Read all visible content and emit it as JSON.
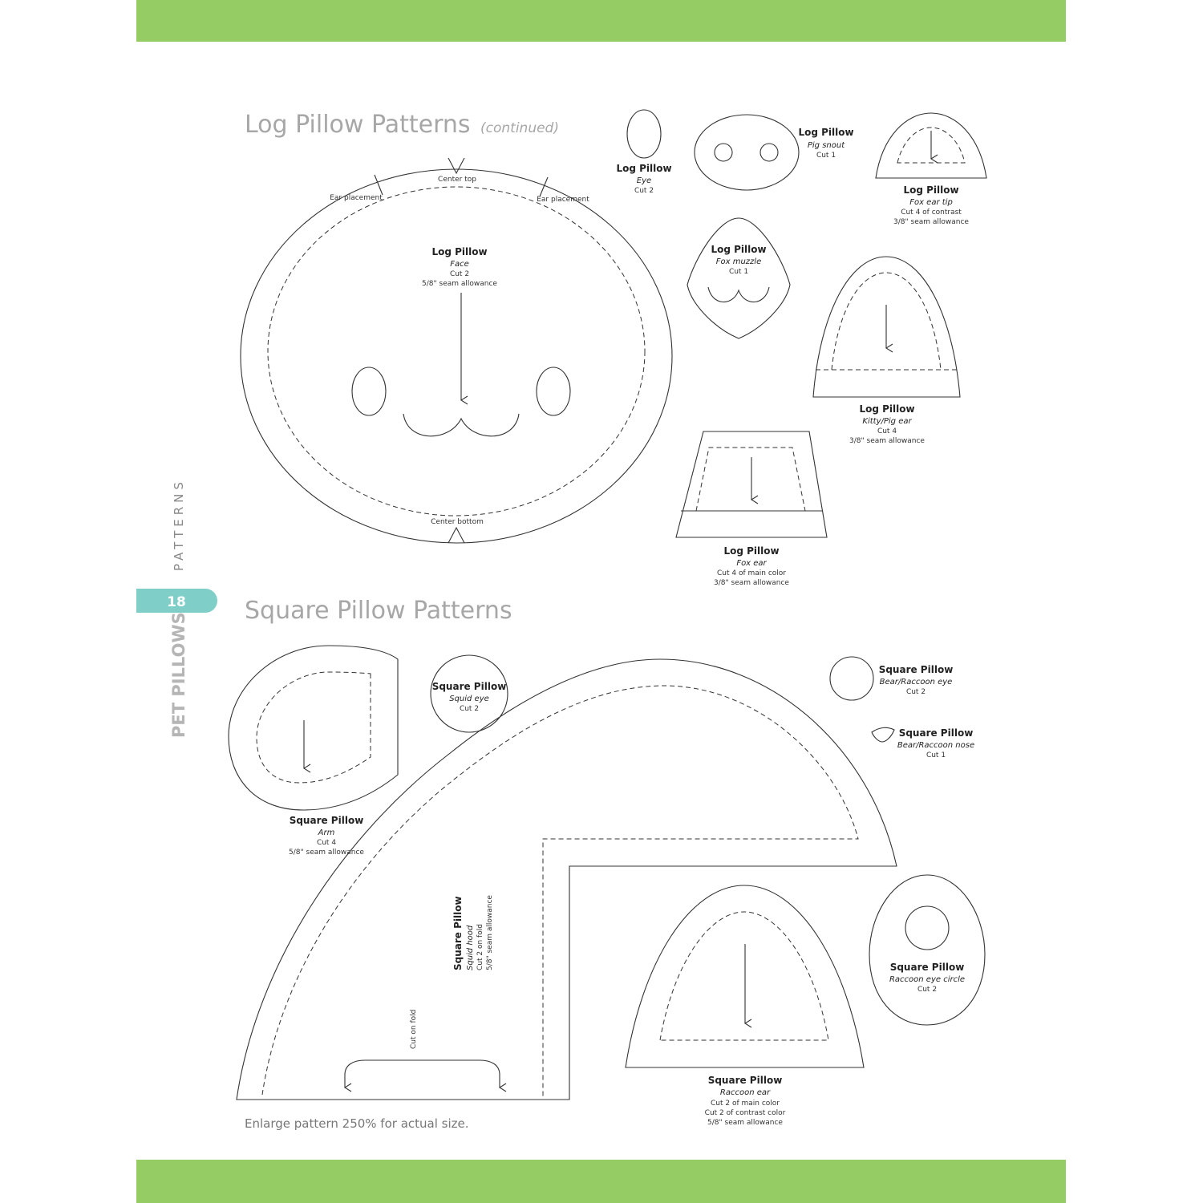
{
  "page": {
    "number": "18",
    "section": "PATTERNS",
    "brand": "PET PILLOWS",
    "footer_note": "Enlarge pattern 250% for actual size.",
    "accent_color": "#96cc64",
    "tab_color": "#7fcfc8"
  },
  "log_section": {
    "title": "Log Pillow Patterns",
    "subtitle": "(continued)",
    "face": {
      "name": "Log Pillow",
      "piece": "Face",
      "cut": "Cut 2",
      "seam": "5/8\" seam allowance",
      "marks": {
        "center_top": "Center top",
        "center_bottom": "Center bottom",
        "ear_left": "Ear placement",
        "ear_right": "Ear placement"
      }
    },
    "eye": {
      "name": "Log Pillow",
      "piece": "Eye",
      "cut": "Cut 2"
    },
    "pig_snout": {
      "name": "Log Pillow",
      "piece": "Pig snout",
      "cut": "Cut 1"
    },
    "fox_ear_tip": {
      "name": "Log Pillow",
      "piece": "Fox ear tip",
      "cut": "Cut 4 of contrast",
      "seam": "3/8\" seam allowance"
    },
    "fox_muzzle": {
      "name": "Log Pillow",
      "piece": "Fox muzzle",
      "cut": "Cut 1"
    },
    "kitty_pig_ear": {
      "name": "Log Pillow",
      "piece": "Kitty/Pig ear",
      "cut": "Cut 4",
      "seam": "3/8\" seam allowance"
    },
    "fox_ear": {
      "name": "Log Pillow",
      "piece": "Fox ear",
      "cut": "Cut 4 of main color",
      "seam": "3/8\" seam allowance"
    }
  },
  "square_section": {
    "title": "Square Pillow Patterns",
    "arm": {
      "name": "Square Pillow",
      "piece": "Arm",
      "cut": "Cut 4",
      "seam": "5/8\" seam allowance"
    },
    "squid_eye": {
      "name": "Square Pillow",
      "piece": "Squid eye",
      "cut": "Cut 2"
    },
    "squid_hood": {
      "name": "Square Pillow",
      "piece": "Squid hood",
      "cut": "Cut 2 on fold",
      "seam": "5/8\" seam allowance",
      "fold": "Cut on fold"
    },
    "bear_raccoon_eye": {
      "name": "Square Pillow",
      "piece": "Bear/Raccoon eye",
      "cut": "Cut 2"
    },
    "bear_raccoon_nose": {
      "name": "Square Pillow",
      "piece": "Bear/Raccoon nose",
      "cut": "Cut 1"
    },
    "raccoon_eye_circle": {
      "name": "Square Pillow",
      "piece": "Raccoon eye circle",
      "cut": "Cut 2"
    },
    "raccoon_ear": {
      "name": "Square Pillow",
      "piece": "Raccoon ear",
      "cut": "Cut 2 of main color",
      "cut2": "Cut 2 of contrast color",
      "seam": "5/8\" seam allowance"
    }
  }
}
